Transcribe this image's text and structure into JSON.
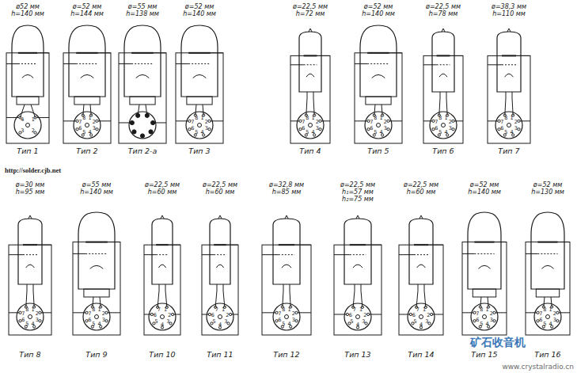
{
  "diagram": {
    "labels": [
      "ø52 мм",
      "h=140 мм",
      "1",
      "2",
      "3",
      "4",
      "Тип 1",
      "ø=52 мм",
      "h=144 мм",
      "1",
      "2",
      "3",
      "4",
      "5",
      "6",
      "7",
      "8",
      "Тип 2",
      "ø=55 мм",
      "h=138 мм",
      "Тип 2-а",
      "ø=52 мм",
      "h=140 мм",
      "1",
      "2",
      "3",
      "4",
      "5",
      "6",
      "7",
      "8",
      "Тип 3",
      "ø=22,5 мм",
      "h=72 мм",
      "1",
      "2",
      "3",
      "4",
      "5",
      "6",
      "7",
      "8",
      "Тип 4",
      "ø=52 мм",
      "h=140 мм",
      "1",
      "2",
      "3",
      "4",
      "5",
      "6",
      "7",
      "8",
      "Тип 5",
      "ø=22,5 мм",
      "h=78 мм",
      "1",
      "2",
      "3",
      "4",
      "5",
      "6",
      "7",
      "8",
      "Тип 6",
      "ø=38,3 мм",
      "h=110 мм",
      "1",
      "2",
      "3",
      "4",
      "5",
      "6",
      "7",
      "8",
      "Тип 7",
      "ø=30 мм",
      "h=95 мм",
      "1",
      "2",
      "3",
      "4",
      "5",
      "6",
      "7",
      "8",
      "Тип 8",
      "ø=55 мм",
      "h=140 мм",
      "1",
      "2",
      "3",
      "4",
      "5",
      "6",
      "7",
      "8",
      "Тип 9",
      "ø=22,5 мм",
      "h=60 мм",
      "1",
      "2",
      "3",
      "4",
      "5",
      "6",
      "7",
      "Тип 10",
      "ø=22,5 мм",
      "h=60 мм",
      "1",
      "2",
      "3",
      "4",
      "5",
      "6",
      "7",
      "Тип 11",
      "ø=32,8 мм",
      "h=85 мм",
      "1",
      "2",
      "3",
      "4",
      "5",
      "6",
      "7",
      "8",
      "Тип 12",
      "ø=22,5 мм",
      "h₁=57 мм",
      "h₂=75 мм",
      "1",
      "2",
      "3",
      "4",
      "5",
      "6",
      "7",
      "Тип 13",
      "ø=22,5 мм",
      "h=60 мм",
      "1",
      "2",
      "3",
      "4",
      "5",
      "6",
      "7",
      "Тип 14",
      "ø=52 мм",
      "h=140 мм",
      "1",
      "2",
      "3",
      "4",
      "5",
      "6",
      "7",
      "8",
      "Тип 15",
      "ø=52 мм",
      "h=130 мм",
      "1",
      "2",
      "3",
      "4",
      "5",
      "6",
      "7",
      "8",
      "Тип 16",
      "http://solder.cjb.net",
      "矿石收音机",
      "www.crystalradio.cn"
    ]
  }
}
